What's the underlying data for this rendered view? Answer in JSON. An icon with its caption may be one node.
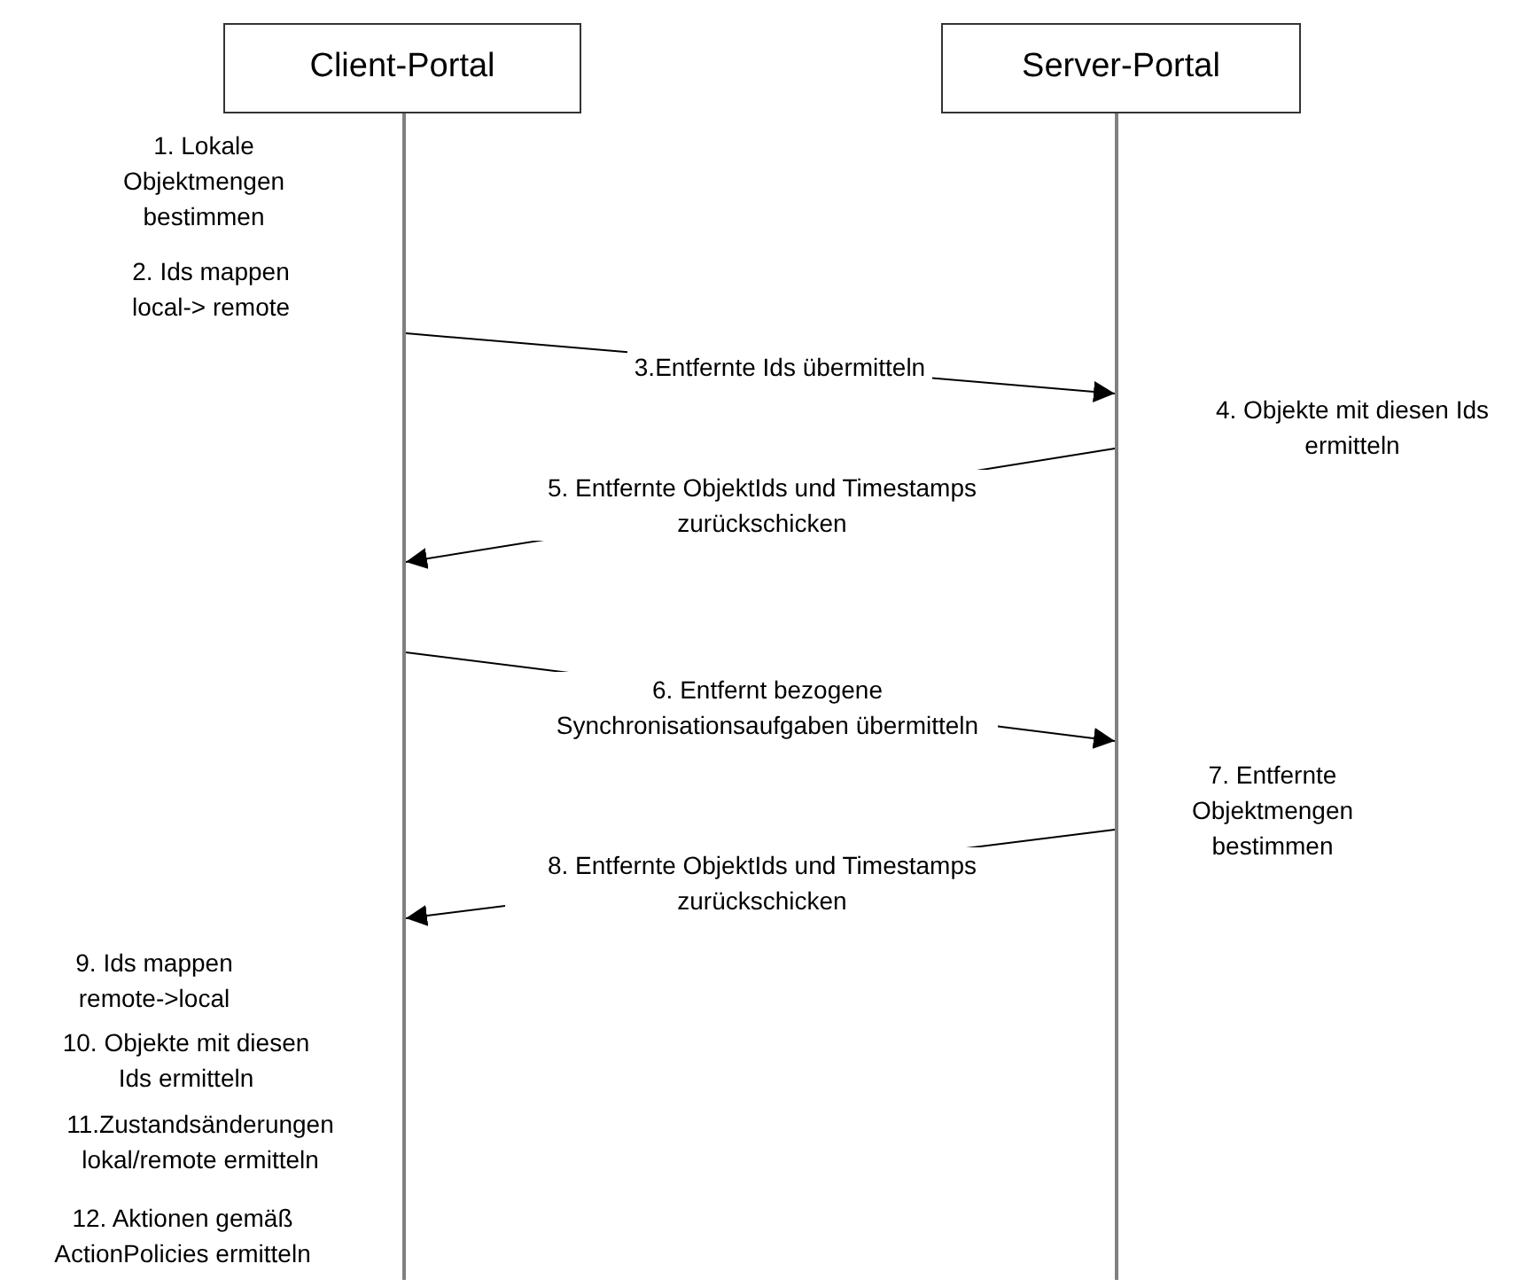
{
  "diagram": {
    "nodes": [
      {
        "text": [
          "Client-Portal"
        ]
      },
      {
        "text": [
          "Server-Portal"
        ]
      },
      {
        "text": [],
        "shape": "bar"
      },
      {
        "text": [],
        "shape": "bar"
      }
    ],
    "edges": [
      {
        "from": 2,
        "to": 3,
        "arrow": "to",
        "label": "3.Entfernte Ids übermitteln"
      },
      {
        "from": 3,
        "to": 2,
        "arrow": "to",
        "label": "5. Entfernte ObjektIds und Timestamps zurückschicken"
      },
      {
        "from": 2,
        "to": 3,
        "arrow": "to",
        "label": "6. Entfernt bezogene Synchronisationsaufgaben übermitteln"
      },
      {
        "from": 3,
        "to": 2,
        "arrow": "to",
        "label": "8. Entfernte ObjektIds und Timestamps zurückschicken"
      }
    ],
    "labels": [
      "1. Lokale Objektmengen bestimmen",
      "2. Ids mappen local-> remote",
      "4. Objekte mit diesen Ids ermitteln",
      "7. Entfernte Objektmengen bestimmen",
      "9. Ids mappen remote->local",
      "10. Objekte mit diesen Ids ermitteln",
      "11.Zustandsänderungen lokal/remote ermitteln",
      "12. Aktionen gemäß ActionPolicies ermitteln"
    ]
  }
}
